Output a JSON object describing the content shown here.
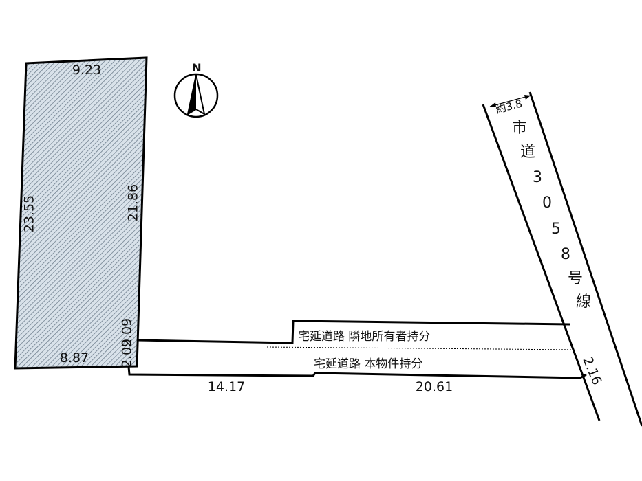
{
  "colors": {
    "line": "#000000",
    "lot_fill": "#d9e2ea",
    "hatch": "#6e7e8d",
    "background": "#ffffff"
  },
  "compass": {
    "label": "N",
    "icon": "north-arrow-icon"
  },
  "lot": {
    "top": "9.23",
    "left": "23.55",
    "right": "21.86",
    "bottom": "8.87",
    "entry_top": "2.09",
    "entry_bottom": "2.09"
  },
  "access_road": {
    "upper_label": "宅延道路 隣地所有者持分",
    "lower_label": "宅延道路 本物件持分",
    "segment_1": "14.17",
    "segment_2": "20.61",
    "end_width": "2.16"
  },
  "city_road": {
    "width": "約3.8",
    "chars": [
      "市",
      "道",
      "3",
      "0",
      "5",
      "8",
      "号",
      "線"
    ]
  }
}
